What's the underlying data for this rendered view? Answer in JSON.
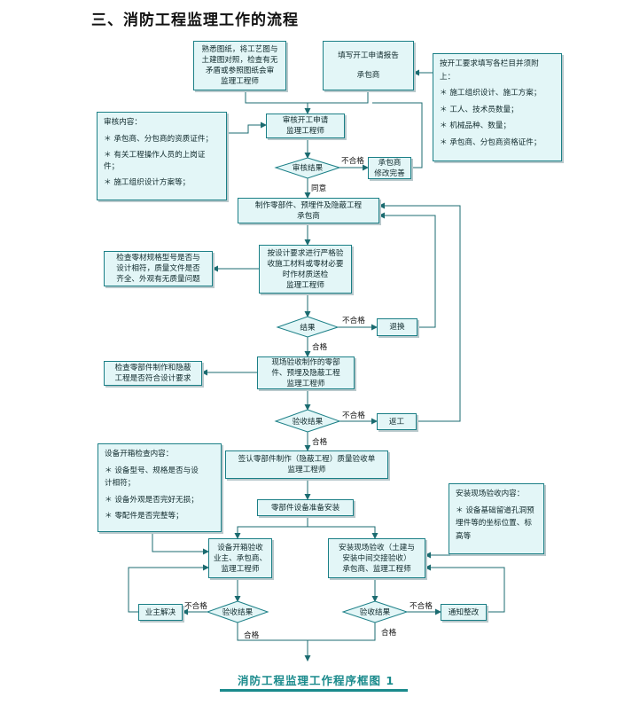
{
  "heading": "三、消防工程监理工作的流程",
  "boxes": {
    "drawings_review": [
      "熟悉图纸，将工艺图与",
      "土建图对照，检查有无",
      "矛盾或参照图纸会审",
      "监理工程师"
    ],
    "apply_report": [
      "填写开工申请报告",
      "承包商"
    ],
    "apply_requirements": [
      "按开工要求填写各栏目并须附",
      "上：",
      "＊ 施工组织设计、施工方案；",
      "＊ 工人、技术员数量；",
      "＊ 机械品种、数量；",
      "＊ 承包商、分包商资格证件；"
    ],
    "review_content": [
      "审核内容：",
      "＊ 承包商、分包商的资质证件；",
      "＊ 有关工程操作人员的上岗证件；",
      "＊ 施工组织设计方案等；"
    ],
    "review_application": [
      "审核开工申请",
      "监理工程师"
    ],
    "contractor_modify": [
      "承包商",
      "修改完善"
    ],
    "prefab_make": [
      "制作零部件、预埋件及隐蔽工程",
      "承包商"
    ],
    "material_check_note": [
      "检查零材规格型号是否与",
      "设计相符，质量文件是否",
      "齐全、外观有无质量问题"
    ],
    "design_check": [
      "按设计要求进行严格验",
      "收施工材料或零材必要",
      "时作材质送检",
      "监理工程师"
    ],
    "return_goods": [
      "退换"
    ],
    "prefab_check_note": [
      "检查零部件制作和隐蔽",
      "工程是否符合设计要求"
    ],
    "onsite_acceptance": [
      "现场验收制作的零部",
      "件、预埋及隐蔽工程",
      "监理工程师"
    ],
    "rework": [
      "返工"
    ],
    "sign_form": [
      "签认零部件制作（隐蔽工程）质量验收单",
      "监理工程师"
    ],
    "equipment_check_content": [
      "设备开箱检查内容：",
      "＊ 设备型号、规格是否与设",
      "计相符；",
      "＊ 设备外观是否完好无损；",
      "＊ 零配件是否完整等；"
    ],
    "install_acceptance_content": [
      "安装现场验收内容：",
      "＊ 设备基础留道孔洞预",
      "埋件等的坐标位置、标",
      "高等"
    ],
    "prepare_install": [
      "零部件设备准备安装"
    ],
    "unboxing_acceptance": [
      "设备开箱验收",
      "业主、承包商、",
      "监理工程师"
    ],
    "install_acceptance": [
      "安装现场验收（土建与",
      "安装中间交接验收）",
      "承包商、监理工程师"
    ],
    "owner_resolve": [
      "业主解决"
    ],
    "notify_rectify": [
      "通知整改"
    ]
  },
  "decisions": {
    "review_result": "审核结果",
    "result": "结果",
    "acceptance_result": "验收结果",
    "acceptance_result_left": "验收结果",
    "acceptance_result_right": "验收结果"
  },
  "labels": {
    "fail": "不合格",
    "agree": "同意",
    "pass": "合格"
  },
  "caption": "消防工程监理工作程序框图 1",
  "colors": {
    "box_fill": "#e3f6f7",
    "box_border": "#1b7f86",
    "caption": "#1a8a8c"
  }
}
